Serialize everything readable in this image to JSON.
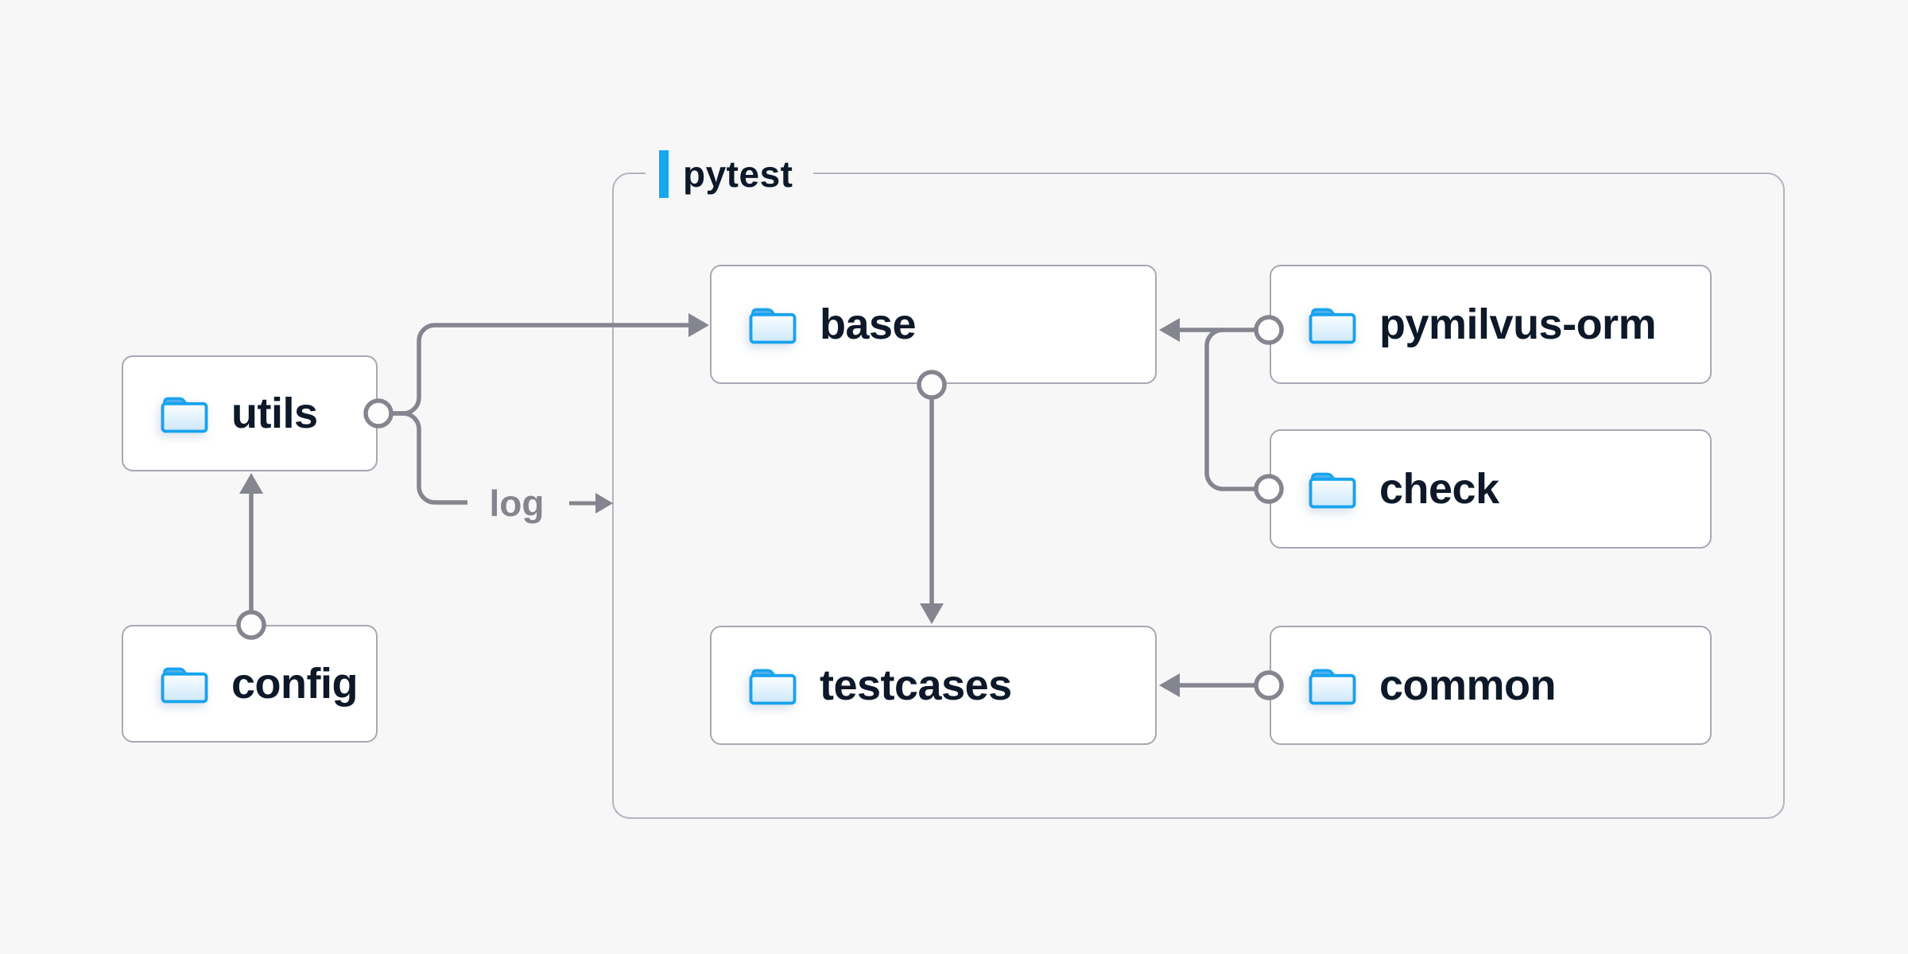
{
  "diagram": {
    "container_label": "pytest",
    "log_label": "log",
    "nodes": {
      "utils": {
        "label": "utils"
      },
      "config": {
        "label": "config"
      },
      "base": {
        "label": "base"
      },
      "pymilvus_orm": {
        "label": "pymilvus-orm"
      },
      "check": {
        "label": "check"
      },
      "testcases": {
        "label": "testcases"
      },
      "common": {
        "label": "common"
      }
    },
    "edges": [
      {
        "from": "utils",
        "to": "base",
        "style": "arrow"
      },
      {
        "from": "utils",
        "to": "pytest",
        "style": "arrow",
        "label": "log"
      },
      {
        "from": "config",
        "to": "utils",
        "style": "arrow"
      },
      {
        "from": "base",
        "to": "testcases",
        "style": "arrow"
      },
      {
        "from": "pymilvus-orm",
        "to": "base",
        "style": "arrow"
      },
      {
        "from": "check",
        "to": "base",
        "style": "arrow"
      },
      {
        "from": "common",
        "to": "testcases",
        "style": "arrow"
      }
    ],
    "colors": {
      "background": "#f7f7f8",
      "accent_blue": "#14a9f1",
      "folder_blue": "#17a3ee",
      "connector_gray": "#84858e",
      "box_border": "#a7a8b3",
      "container_border": "#b3b4c0",
      "label_navy": "#0d1829",
      "node_background": "#ffffff"
    }
  }
}
